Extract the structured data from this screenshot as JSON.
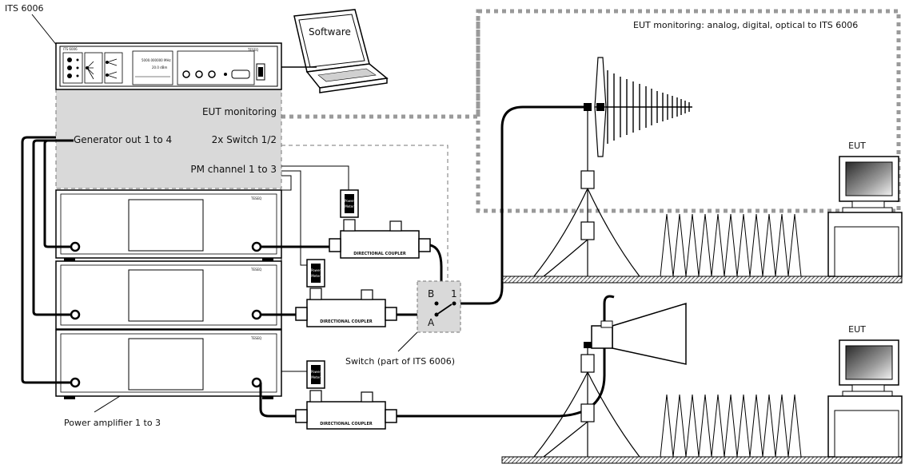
{
  "labels": {
    "its": "ITS 6006",
    "software": "Software",
    "eut_monitoring_zone": "EUT monitoring: analog, digital, optical to ITS 6006",
    "eut_monitoring": "EUT monitoring",
    "generator_out": "Generator out 1 to 4",
    "switch_12": "2x Switch 1/2",
    "pm_channel": "PM channel 1 to 3",
    "eut_top": "EUT",
    "eut_bottom": "EUT",
    "switch_part": "Switch (part of ITS 6006)",
    "power_amp": "Power amplifier 1 to 3",
    "port_a": "A",
    "port_b": "B",
    "port_1": "1"
  },
  "devices": {
    "coupler_label": "DIRECTIONAL COUPLER",
    "power_meter_line1": "Power",
    "power_meter_line2": "Meter",
    "brand": "TESEQ",
    "its_model": "ITS 6006",
    "its_freq": "5000.000000 MHz",
    "its_level": "20.0 dBm"
  }
}
